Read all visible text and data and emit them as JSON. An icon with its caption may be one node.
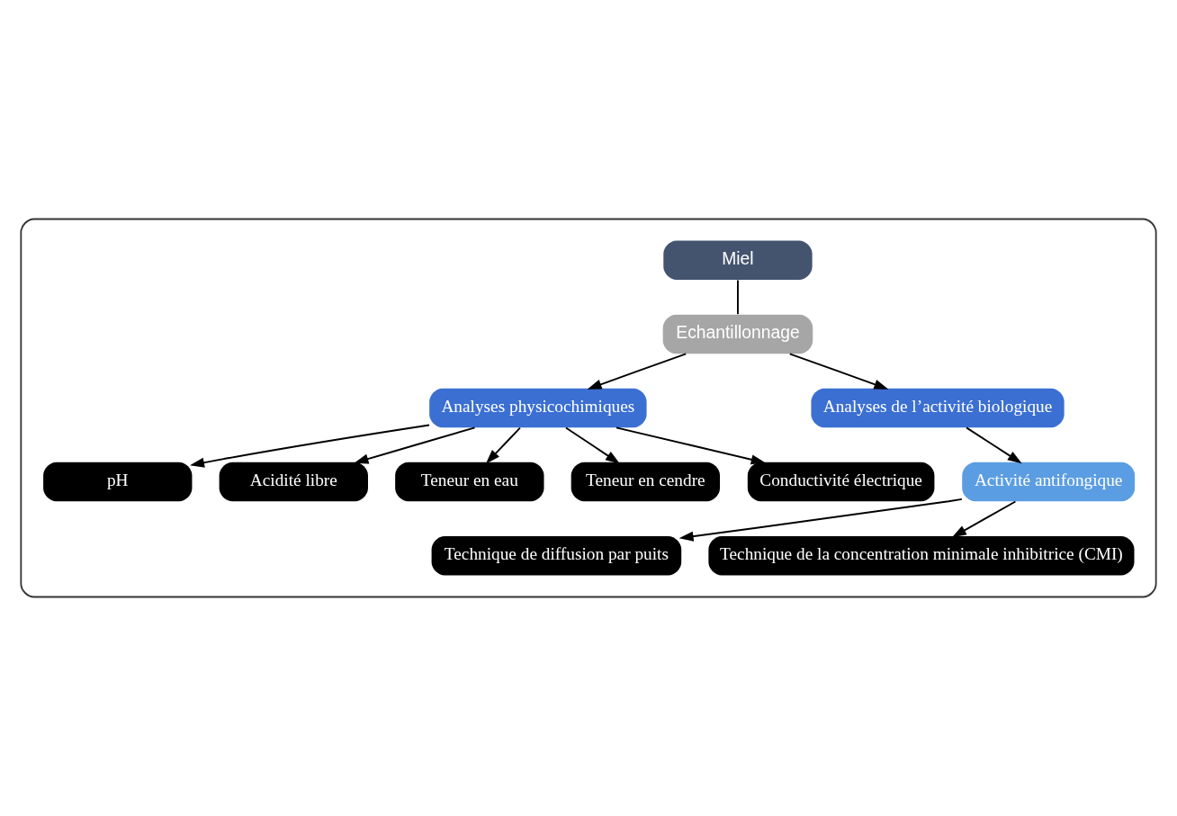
{
  "diagram": {
    "nodes": [
      {
        "text": [],
        "shape": "box"
      },
      {
        "text": [
          "Miel"
        ],
        "in": 0
      },
      {
        "text": [
          "Echantillonnage"
        ],
        "in": 0
      },
      {
        "text": [
          "Analyses physicochimiques"
        ],
        "in": 0
      },
      {
        "text": [
          "Analyses de l’activité biologique"
        ],
        "in": 0
      },
      {
        "text": [
          "pH"
        ],
        "in": 0
      },
      {
        "text": [
          "Acidité libre"
        ],
        "in": 0
      },
      {
        "text": [
          "Teneur en eau"
        ],
        "in": 0
      },
      {
        "text": [
          "Teneur en cendre"
        ],
        "in": 0
      },
      {
        "text": [
          "Conductivité électrique"
        ],
        "in": 0
      },
      {
        "text": [
          "Activité antifongique"
        ],
        "in": 0
      },
      {
        "text": [
          "Technique de diffusion par puits"
        ],
        "in": 0
      },
      {
        "text": [
          "Technique de la concentration minimale inhibitrice (CMI)"
        ],
        "in": 0
      }
    ],
    "edges": [
      {
        "from": 1,
        "to": 2,
        "arrow": "none"
      },
      {
        "from": 2,
        "to": 3,
        "arrow": "to"
      },
      {
        "from": 2,
        "to": 4,
        "arrow": "to"
      },
      {
        "from": 3,
        "to": 5,
        "arrow": "to"
      },
      {
        "from": 3,
        "to": 6,
        "arrow": "to"
      },
      {
        "from": 3,
        "to": 7,
        "arrow": "to"
      },
      {
        "from": 3,
        "to": 8,
        "arrow": "to"
      },
      {
        "from": 3,
        "to": 9,
        "arrow": "to"
      },
      {
        "from": 4,
        "to": 10,
        "arrow": "to"
      },
      {
        "from": 10,
        "to": 11,
        "arrow": "to"
      },
      {
        "from": 10,
        "to": 12,
        "arrow": "to"
      }
    ]
  }
}
